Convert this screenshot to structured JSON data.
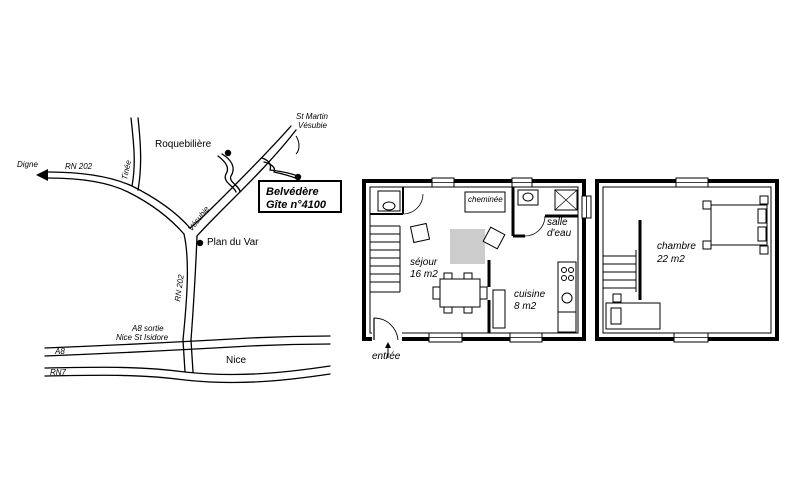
{
  "map": {
    "places": {
      "digne": "Digne",
      "rn202_top": "RN 202",
      "tinee": "Tinée",
      "roquebiliere": "Roquebilière",
      "st_martin_1": "St Martin",
      "st_martin_2": "Vésubie",
      "vesubie": "Vésubie",
      "plan_du_var": "Plan du Var",
      "rn202_mid": "RN 202",
      "a8_sortie_1": "A8 sortie",
      "a8_sortie_2": "Nice St Isidore",
      "a8": "A8",
      "rn7": "RN7",
      "nice": "Nice"
    },
    "gite": {
      "line1": "Belvédère",
      "line2": "Gîte n°4100"
    }
  },
  "plan": {
    "rooms": {
      "cheminee": "cheminée",
      "salle": "salle",
      "deau": "d'eau",
      "sejour": "séjour",
      "sejour_area": "16 m2",
      "cuisine": "cuisine",
      "cuisine_area": "8 m2",
      "entree": "entrée",
      "chambre": "chambre",
      "chambre_area": "22 m2"
    }
  },
  "colors": {
    "ink": "#000000",
    "paper": "#ffffff",
    "floor_tile": "#cccccc"
  }
}
